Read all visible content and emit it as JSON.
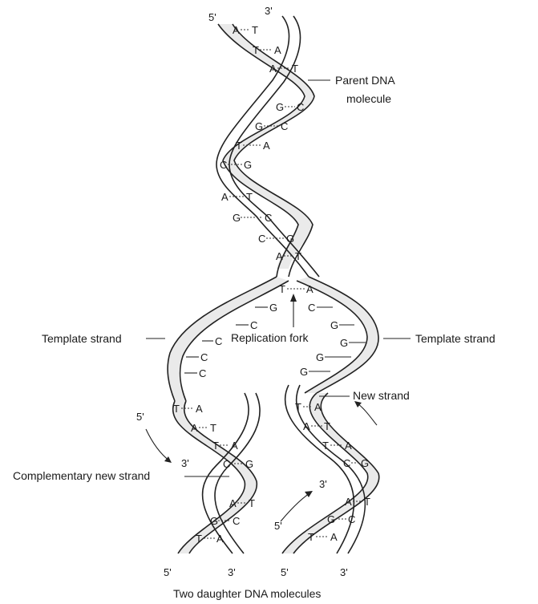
{
  "labels": {
    "parent": [
      "Parent DNA",
      "molecule"
    ],
    "replication_fork": "Replication fork",
    "template_left": "Template strand",
    "template_right": "Template strand",
    "new_strand": "New strand",
    "complementary": "Complementary new strand",
    "caption": "Two daughter DNA  molecules"
  },
  "ends": {
    "top_left": "5'",
    "top_right": "3'",
    "left_mid": "5'",
    "left_mid_3": "3'",
    "right_mid_3": "3'",
    "right_mid_5": "5'",
    "bottom_left_5": "5'",
    "bottom_left_3": "3'",
    "bottom_right_5": "5'",
    "bottom_right_3": "3'"
  },
  "parent_pairs": [
    [
      "A",
      "T"
    ],
    [
      "T",
      "A"
    ],
    [
      "A",
      "T"
    ],
    [
      "G",
      "C"
    ],
    [
      "G",
      "C"
    ],
    [
      "T",
      "A"
    ],
    [
      "C",
      "G"
    ],
    [
      "A",
      "T"
    ],
    [
      "G",
      "C"
    ],
    [
      "C",
      "G"
    ],
    [
      "A",
      "T"
    ]
  ],
  "fork_pair": [
    "T",
    "A"
  ],
  "fork_left_bases": [
    "G",
    "C",
    "C",
    "C",
    "C"
  ],
  "fork_right_bases": [
    "C",
    "G",
    "G",
    "G",
    "G"
  ],
  "left_daughter_pairs": [
    [
      "T",
      "A"
    ],
    [
      "A",
      "T"
    ],
    [
      "T",
      "A"
    ],
    [
      "C",
      "G"
    ],
    [
      "A",
      "T"
    ],
    [
      "G",
      "C"
    ],
    [
      "T",
      "A"
    ]
  ],
  "right_daughter_pairs": [
    [
      "T",
      "A"
    ],
    [
      "A",
      "T"
    ],
    [
      "T",
      "A"
    ],
    [
      "C",
      "G"
    ],
    [
      "A",
      "T"
    ],
    [
      "G",
      "C"
    ],
    [
      "T",
      "A"
    ]
  ]
}
